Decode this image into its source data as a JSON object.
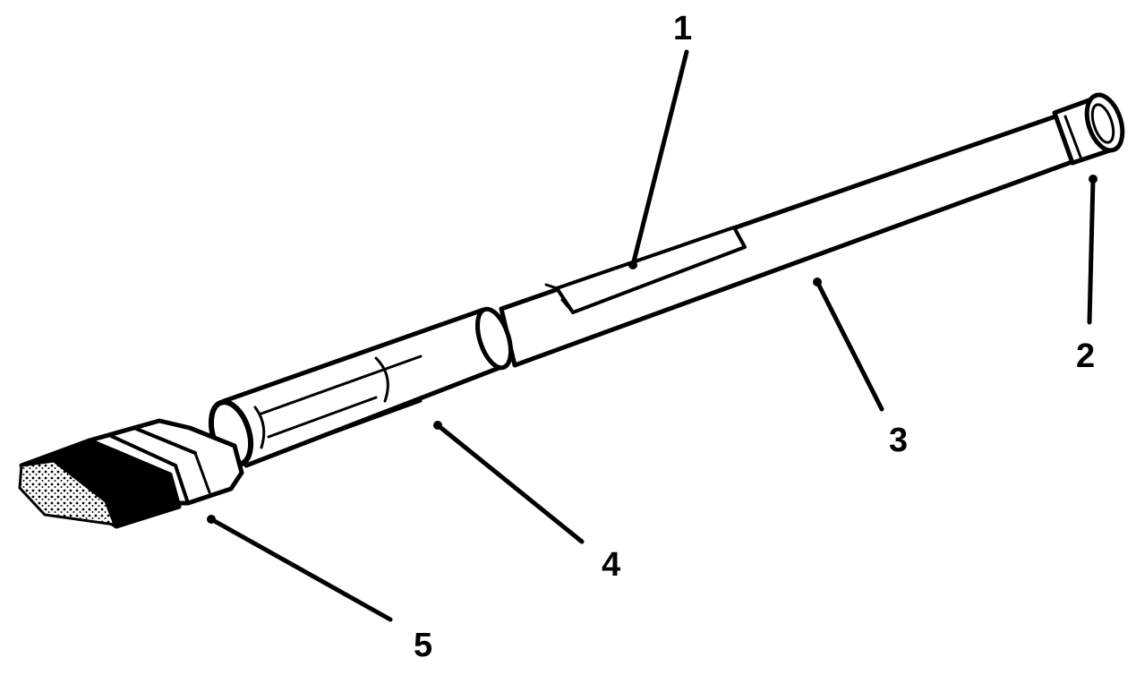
{
  "figure": {
    "ink_color": "#000000",
    "background_color": "#ffffff"
  },
  "callouts": [
    {
      "id": "1",
      "label": "1"
    },
    {
      "id": "2",
      "label": "2"
    },
    {
      "id": "3",
      "label": "3"
    },
    {
      "id": "4",
      "label": "4"
    },
    {
      "id": "5",
      "label": "5"
    }
  ]
}
